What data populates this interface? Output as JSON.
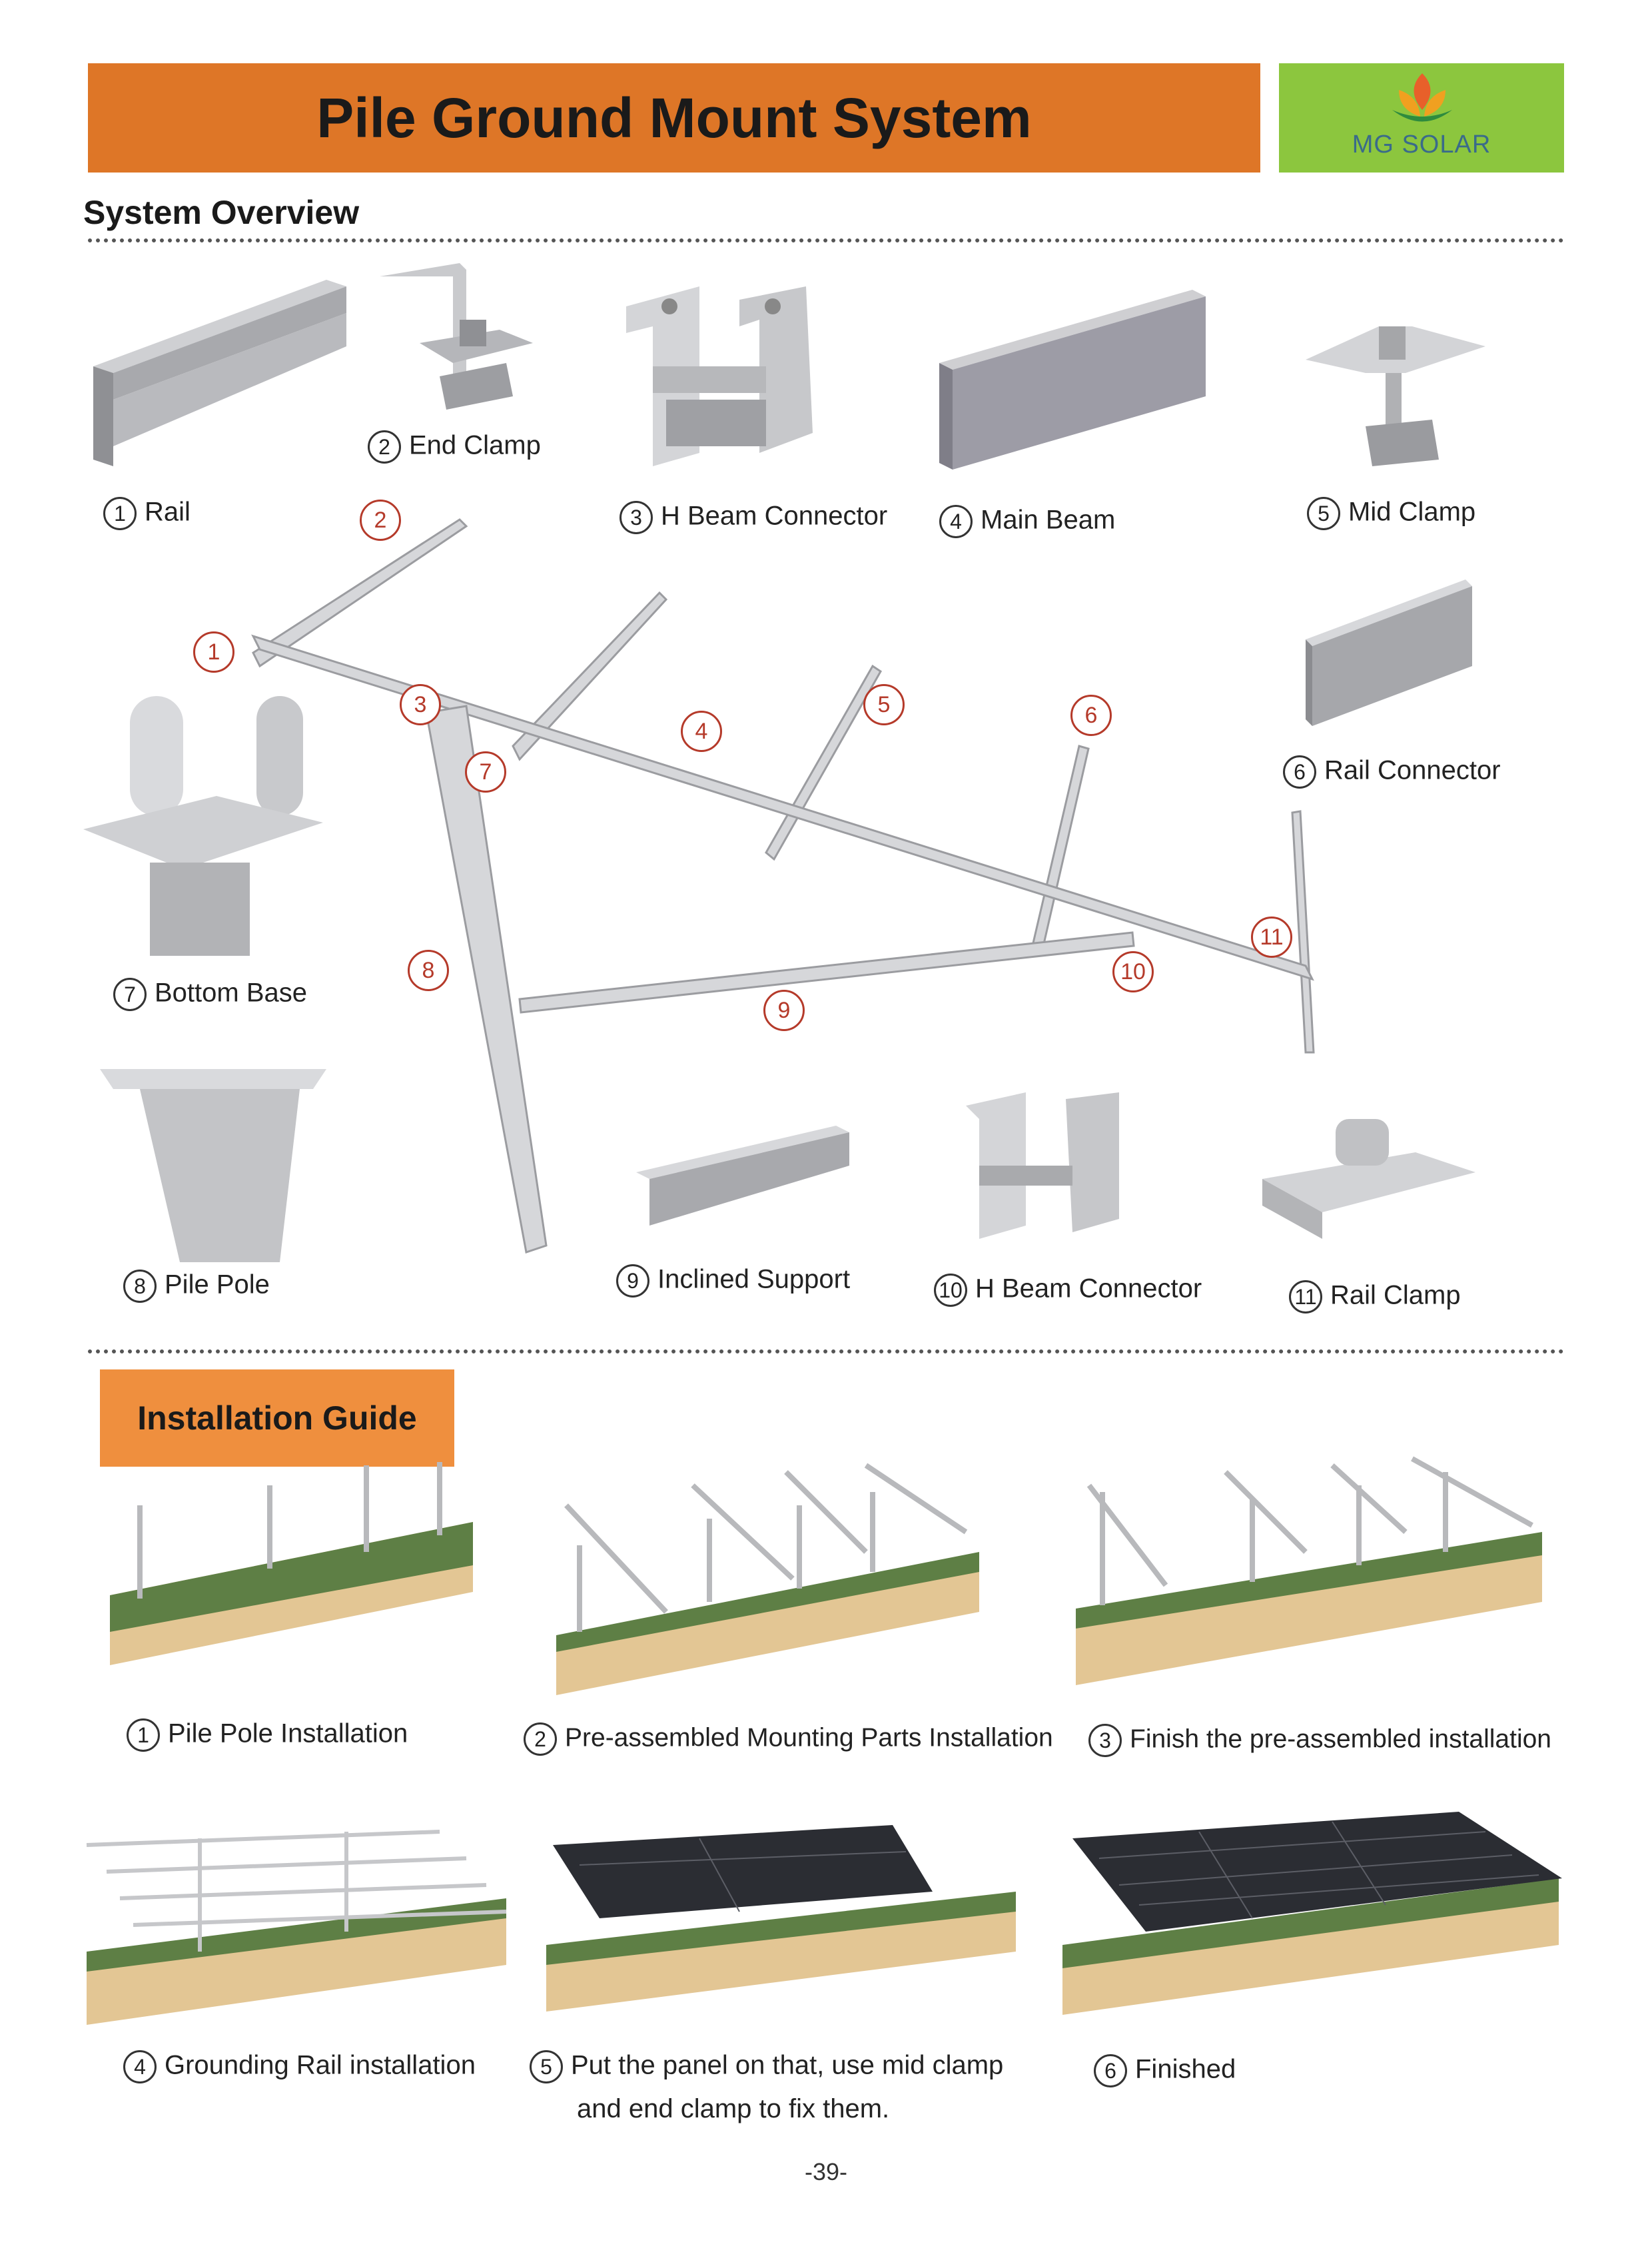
{
  "header": {
    "title": "Pile Ground Mount System",
    "logo_text": "MG SOLAR"
  },
  "overview": {
    "title": "System Overview",
    "parts": [
      {
        "num": "1",
        "label": "Rail"
      },
      {
        "num": "2",
        "label": "End Clamp"
      },
      {
        "num": "3",
        "label": "H Beam Connector"
      },
      {
        "num": "4",
        "label": "Main Beam"
      },
      {
        "num": "5",
        "label": "Mid Clamp"
      },
      {
        "num": "6",
        "label": "Rail Connector"
      },
      {
        "num": "7",
        "label": "Bottom Base"
      },
      {
        "num": "8",
        "label": "Pile Pole"
      },
      {
        "num": "9",
        "label": "Inclined Support"
      },
      {
        "num": "10",
        "label": "H Beam Connector"
      },
      {
        "num": "11",
        "label": "Rail Clamp"
      }
    ],
    "callouts": [
      "1",
      "2",
      "3",
      "4",
      "5",
      "6",
      "7",
      "8",
      "9",
      "10",
      "11"
    ]
  },
  "guide": {
    "title": "Installation Guide",
    "steps": [
      {
        "num": "1",
        "label": "Pile Pole Installation"
      },
      {
        "num": "2",
        "label": "Pre-assembled Mounting Parts Installation"
      },
      {
        "num": "3",
        "label": "Finish the pre-assembled installation"
      },
      {
        "num": "4",
        "label": "Grounding Rail installation"
      },
      {
        "num": "5",
        "label": "Put the panel on that, use mid clamp",
        "label2": "and end clamp to fix them."
      },
      {
        "num": "6",
        "label": "Finished"
      }
    ]
  },
  "footer": {
    "page": "-39-"
  },
  "colors": {
    "header": "#de7627",
    "logo_bg": "#8cc63e",
    "guide": "#ef8f3e",
    "callout": "#b53a2a",
    "ground": "#5e7f45",
    "soil": "#e3c694"
  }
}
